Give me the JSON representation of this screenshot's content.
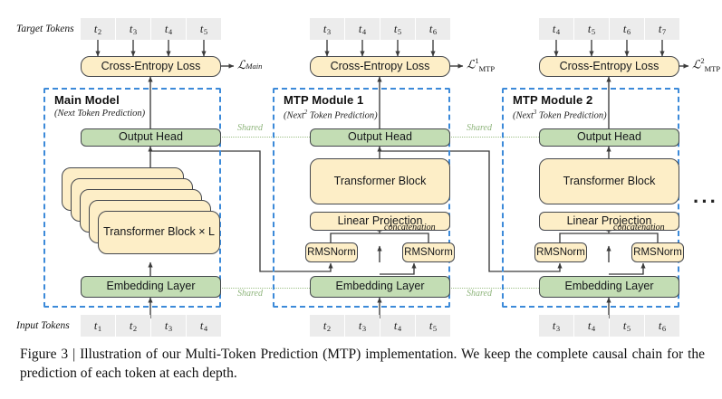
{
  "figure": {
    "row_labels": {
      "target": "Target Tokens",
      "input": "Input Tokens"
    },
    "shared_label": "Shared",
    "concatenation_label": "concatenation",
    "ellipsis": "···",
    "loss_box_label": "Cross-Entropy Loss",
    "colors": {
      "cream": "#fdeec7",
      "green": "#c3ddb4",
      "token_gray": "#ececec",
      "module_border": "#3c8ad9",
      "shared_dotted": "#9dbf86",
      "box_border": "#44474d",
      "wire": "#3b3b3b"
    },
    "columns": [
      {
        "id": "main",
        "title": "Main Model",
        "subtitle_prefix": "(Next",
        "subtitle_sup": "",
        "subtitle_suffix": " Token Prediction)",
        "loss_symbol_base": "ℒ",
        "loss_symbol_sub": "Main",
        "loss_symbol_sup": "",
        "target_tokens": [
          "t2",
          "t3",
          "t4",
          "t5"
        ],
        "input_tokens": [
          "t1",
          "t2",
          "t3",
          "t4"
        ],
        "blocks": {
          "output_head": "Output Head",
          "transformer": "Transformer Block × L",
          "embedding": "Embedding Layer"
        }
      },
      {
        "id": "mtp1",
        "title": "MTP Module 1",
        "subtitle_prefix": "(Next",
        "subtitle_sup": "2",
        "subtitle_suffix": " Token Prediction)",
        "loss_symbol_base": "ℒ",
        "loss_symbol_sub": "MTP",
        "loss_symbol_sup": "1",
        "target_tokens": [
          "t3",
          "t4",
          "t5",
          "t6"
        ],
        "input_tokens": [
          "t2",
          "t3",
          "t4",
          "t5"
        ],
        "blocks": {
          "output_head": "Output Head",
          "transformer": "Transformer Block",
          "linear": "Linear Projection",
          "rmsnorm_left": "RMSNorm",
          "rmsnorm_right": "RMSNorm",
          "embedding": "Embedding Layer"
        }
      },
      {
        "id": "mtp2",
        "title": "MTP Module 2",
        "subtitle_prefix": "(Next",
        "subtitle_sup": "3",
        "subtitle_suffix": " Token Prediction)",
        "loss_symbol_base": "ℒ",
        "loss_symbol_sub": "MTP",
        "loss_symbol_sup": "2",
        "target_tokens": [
          "t4",
          "t5",
          "t6",
          "t7"
        ],
        "input_tokens": [
          "t3",
          "t4",
          "t5",
          "t6"
        ],
        "blocks": {
          "output_head": "Output Head",
          "transformer": "Transformer Block",
          "linear": "Linear Projection",
          "rmsnorm_left": "RMSNorm",
          "rmsnorm_right": "RMSNorm",
          "embedding": "Embedding Layer"
        }
      }
    ]
  },
  "caption": {
    "number": "Figure 3",
    "separator": "|",
    "text": "Illustration of our Multi-Token Prediction (MTP) implementation.  We keep the complete causal chain for the prediction of each token at each depth."
  }
}
